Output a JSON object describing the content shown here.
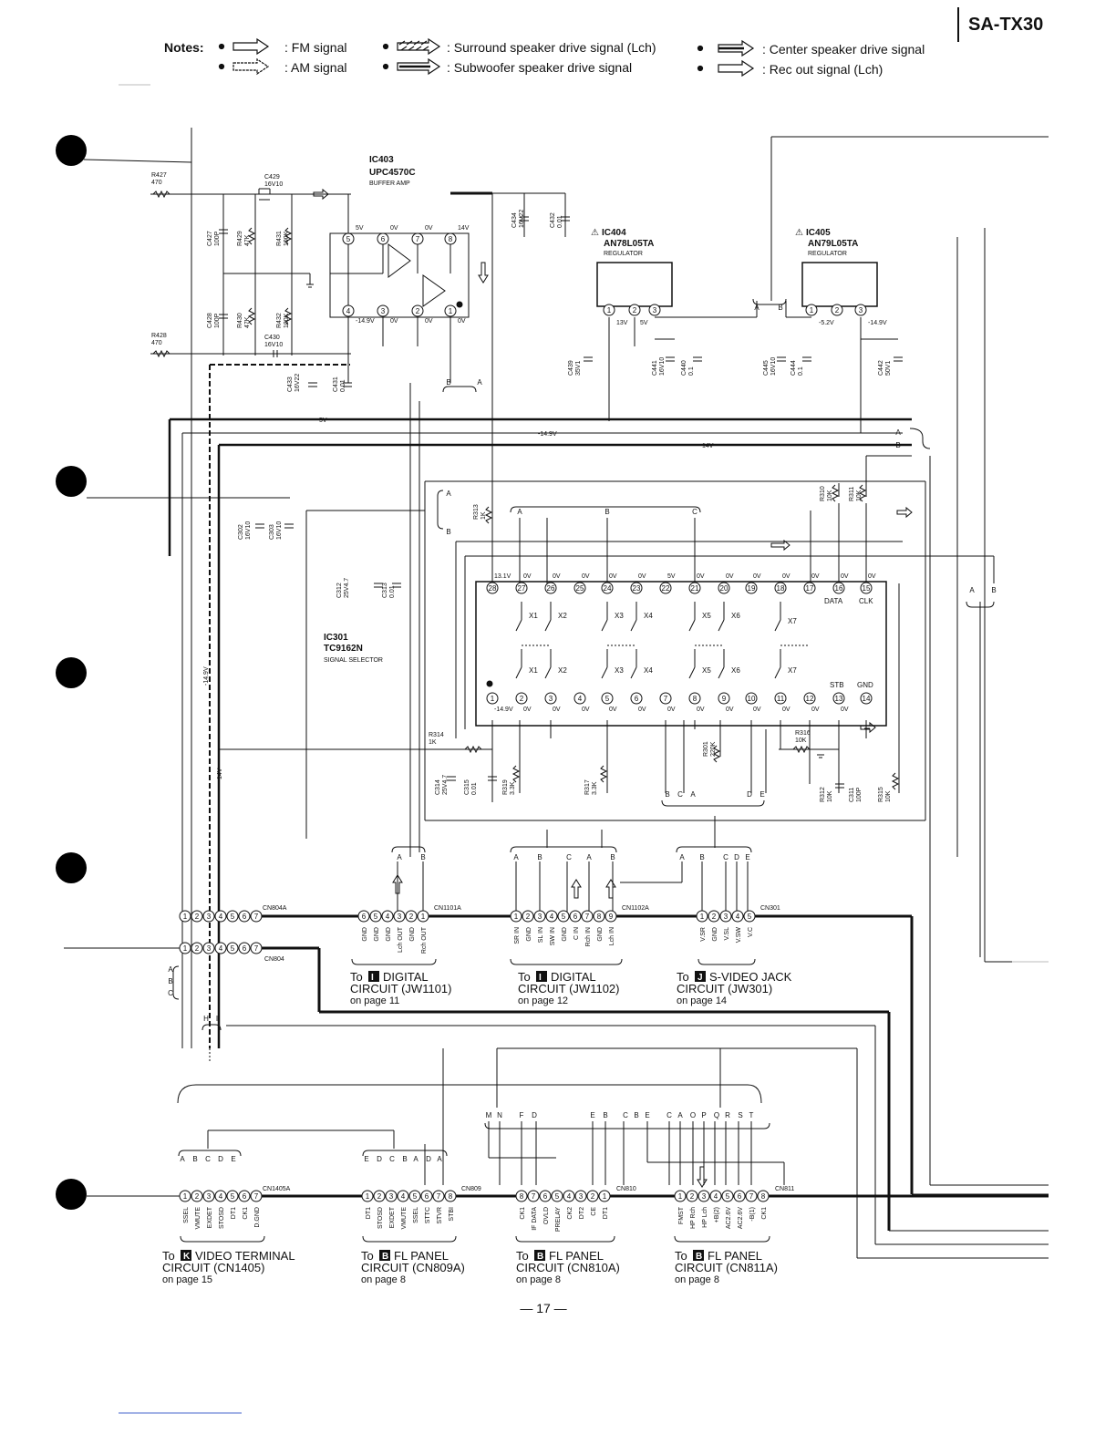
{
  "header": {
    "model": "SA-TX30"
  },
  "notes": {
    "label": "Notes:",
    "items": [
      {
        "text": ": FM signal"
      },
      {
        "text": ": AM signal"
      },
      {
        "text": ": Surround speaker drive signal (Lch)"
      },
      {
        "text": ": Subwoofer speaker drive signal"
      },
      {
        "text": ": Center speaker drive signal"
      },
      {
        "text": ": Rec out signal (Lch)"
      }
    ]
  },
  "ics": {
    "ic403": {
      "ref": "IC403",
      "part": "UPC4570C",
      "func": "BUFFER AMP"
    },
    "ic404": {
      "ref": "IC404",
      "part": "AN78L05TA",
      "func": "REGULATOR"
    },
    "ic405": {
      "ref": "IC405",
      "part": "AN79L05TA",
      "func": "REGULATOR"
    },
    "ic301": {
      "ref": "IC301",
      "part": "TC9162N",
      "func": "SIGNAL SELECTOR"
    }
  },
  "components": {
    "r427": [
      "R427",
      "470"
    ],
    "r428": [
      "R428",
      "470"
    ],
    "c429": [
      "C429",
      "16V10"
    ],
    "c430": [
      "C430",
      "16V10"
    ],
    "c427": [
      "C427",
      "100P"
    ],
    "c428": [
      "C428",
      "100P"
    ],
    "r429": [
      "R429",
      "47K"
    ],
    "r430": [
      "R430",
      "47K"
    ],
    "r431": [
      "R431",
      "100K"
    ],
    "r432": [
      "R432",
      "100K"
    ],
    "c433": [
      "C433",
      "16V22"
    ],
    "c431": [
      "C431",
      "0.01"
    ],
    "c434": [
      "C434",
      "16V22"
    ],
    "c432": [
      "C432",
      "0.01"
    ],
    "c439": [
      "C439",
      "35V1"
    ],
    "c441": [
      "C441",
      "16V10"
    ],
    "c440": [
      "C440",
      "0.1"
    ],
    "c445": [
      "C445",
      "16V10"
    ],
    "c444": [
      "C444",
      "0.1"
    ],
    "c442": [
      "C442",
      "50V1"
    ],
    "c302": [
      "C302",
      "16V10"
    ],
    "c303": [
      "C303",
      "16V10"
    ],
    "c312": [
      "C312",
      "25V4.7"
    ],
    "c313": [
      "C313",
      "0.01"
    ],
    "r313": [
      "R313",
      "1K"
    ],
    "r310": [
      "R310",
      "10K"
    ],
    "r311": [
      "R311",
      "10K"
    ],
    "r314": [
      "R314",
      "1K"
    ],
    "c314": [
      "C314",
      "25V4.7"
    ],
    "c315": [
      "C315",
      "0.01"
    ],
    "r319": [
      "R319",
      "3.3K"
    ],
    "r317": [
      "R317",
      "3.3K"
    ],
    "r301": [
      "R301",
      "220K"
    ],
    "r316": [
      "R316",
      "10K"
    ],
    "r312": [
      "R312",
      "10K"
    ],
    "c311": [
      "C311",
      "100P"
    ],
    "r315": [
      "R315",
      "10K"
    ]
  },
  "voltages": {
    "ic403_top": [
      "5V",
      "0V",
      "0V",
      "14V"
    ],
    "ic403_bot": [
      "-14.9V",
      "0V",
      "0V",
      "0V"
    ],
    "ic404": [
      "13V",
      "5V"
    ],
    "ic405": [
      "-5.2V",
      "-14.9V"
    ],
    "rails": [
      "5V",
      "-14.9V",
      "14V",
      "-14.9V",
      "14V"
    ],
    "ic301_top": [
      "13.1V",
      "0V",
      "0V",
      "0V",
      "0V",
      "0V",
      "5V",
      "0V",
      "0V",
      "0V",
      "0V",
      "0V",
      "0V",
      "0V"
    ],
    "ic301_bot": [
      "-14.9V",
      "0V",
      "0V",
      "0V",
      "0V",
      "0V",
      "0V",
      "0V",
      "0V",
      "0V",
      "0V",
      "0V",
      "0V"
    ]
  },
  "ic301_labels": {
    "data": "DATA",
    "clk": "CLK",
    "stb": "STB",
    "gnd": "GND",
    "switches": [
      "X1",
      "X2",
      "X3",
      "X4",
      "X5",
      "X6",
      "X7"
    ]
  },
  "letters": {
    "a": "A",
    "b": "B",
    "c": "C",
    "d": "D",
    "e": "E",
    "h": "H",
    "i": "I",
    "m": "M",
    "n": "N",
    "f": "F",
    "o": "O",
    "p": "P",
    "q": "Q",
    "r": "R",
    "s": "S",
    "t": "T"
  },
  "connectors": [
    {
      "id": "CN804A",
      "pins": [
        "1",
        "2",
        "3",
        "4",
        "5",
        "6",
        "7"
      ]
    },
    {
      "id": "CN804",
      "pins": [
        "1",
        "2",
        "3",
        "4",
        "5",
        "6",
        "7"
      ]
    },
    {
      "id": "CN1101A",
      "pins": [
        "6",
        "5",
        "4",
        "3",
        "2",
        "1"
      ],
      "signals": [
        "GND",
        "GND",
        "GND",
        "Lch OUT",
        "GND",
        "Rch OUT"
      ],
      "to_letter": "I",
      "to": "DIGITAL",
      "to2": "CIRCUIT (JW1101)",
      "page": "on page 11"
    },
    {
      "id": "CN1102A",
      "pins": [
        "1",
        "2",
        "3",
        "4",
        "5",
        "6",
        "7",
        "8",
        "9"
      ],
      "signals": [
        "SR IN",
        "GND",
        "SL IN",
        "SW IN",
        "GND",
        "C IN",
        "Rch IN",
        "GND",
        "Lch IN"
      ],
      "to_letter": "I",
      "to": "DIGITAL",
      "to2": "CIRCUIT (JW1102)",
      "page": "on page 12"
    },
    {
      "id": "CN301",
      "pins": [
        "1",
        "2",
        "3",
        "4",
        "5"
      ],
      "signals": [
        "V.SR",
        "GND",
        "V.SL",
        "V.SW",
        "V.C"
      ],
      "to_letter": "J",
      "to": "S-VIDEO JACK",
      "to2": "CIRCUIT (JW301)",
      "page": "on page 14"
    },
    {
      "id": "CN1405A",
      "pins": [
        "1",
        "2",
        "3",
        "4",
        "5",
        "6",
        "7"
      ],
      "signals": [
        "SSEL",
        "VMUTE",
        "EXDET",
        "STOSD",
        "DT1",
        "CK1",
        "D.GND"
      ],
      "to_letter": "K",
      "to": "VIDEO TERMINAL",
      "to2": "CIRCUIT (CN1405)",
      "page": "on page 15"
    },
    {
      "id": "CN809",
      "pins": [
        "1",
        "2",
        "3",
        "4",
        "5",
        "6",
        "7",
        "8"
      ],
      "signals": [
        "DT1",
        "STOSD",
        "EXDET",
        "VMUTE",
        "SSEL",
        "STTC",
        "STVR",
        "STBI"
      ],
      "to_letter": "B",
      "to": "FL PANEL",
      "to2": "CIRCUIT (CN809A)",
      "page": "on page 8"
    },
    {
      "id": "CN810",
      "pins": [
        "8",
        "7",
        "6",
        "5",
        "4",
        "3",
        "2",
        "1"
      ],
      "signals": [
        "CK1",
        "IF DATA",
        "OVLD",
        "PRELAY",
        "CK2",
        "DT2",
        "CE",
        "DT1"
      ],
      "to_letter": "B",
      "to": "FL PANEL",
      "to2": "CIRCUIT (CN810A)",
      "page": "on page 8"
    },
    {
      "id": "CN811",
      "pins": [
        "1",
        "2",
        "3",
        "4",
        "5",
        "6",
        "7",
        "8"
      ],
      "signals": [
        "FMST",
        "HP Rch",
        "HP Lch",
        "+B(2)",
        "AC2.6V",
        "AC2.6V",
        "-B(1)",
        "CK1"
      ],
      "to_letter": "B",
      "to": "FL PANEL",
      "to2": "CIRCUIT (CN811A)",
      "page": "on page 8"
    }
  ],
  "page_number": "— 17 —"
}
